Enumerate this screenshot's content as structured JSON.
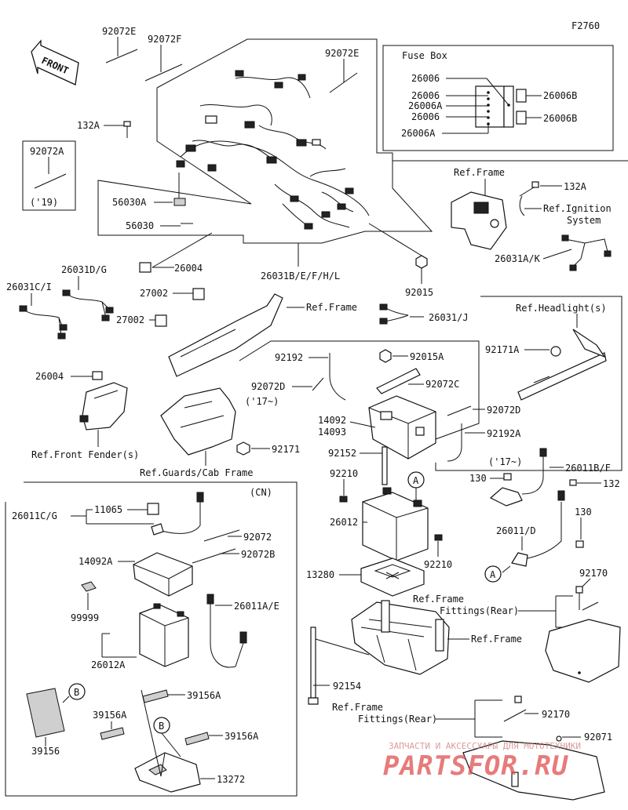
{
  "diagram_code": "F2760",
  "front_arrow": "FRONT",
  "fuse_box_title": "Fuse Box",
  "cn_title": "(CN)",
  "labels": {
    "l_92072E_top": "92072E",
    "l_92072F": "92072F",
    "l_92072E_right": "92072E",
    "l_132A_left": "132A",
    "l_92072A": "92072A",
    "l_19": "('19)",
    "l_56030A": "56030A",
    "l_56030": "56030",
    "l_26004_mid": "26004",
    "l_26031BEFHL": "26031B/E/F/H/L",
    "l_92015": "92015",
    "l_26006_1": "26006",
    "l_26006_2": "26006",
    "l_26006A_1": "26006A",
    "l_26006_3": "26006",
    "l_26006A_2": "26006A",
    "l_26006B_1": "26006B",
    "l_26006B_2": "26006B",
    "l_ref_frame_tr": "Ref.Frame",
    "l_132A_right": "132A",
    "l_ref_ign": "Ref.Ignition",
    "l_system": "System",
    "l_26031AK": "26031A/K",
    "l_26031DG": "26031D/G",
    "l_26031CI": "26031C/I",
    "l_27002_1": "27002",
    "l_27002_2": "27002",
    "l_ref_frame_mid": "Ref.Frame",
    "l_26031J": "26031/J",
    "l_ref_headlight": "Ref.Headlight(s)",
    "l_92171A": "92171A",
    "l_26004_left": "26004",
    "l_92192": "92192",
    "l_92015A": "92015A",
    "l_92072D": "92072D",
    "l_17_1": "('17~)",
    "l_92072C": "92072C",
    "l_92072D_r": "92072D",
    "l_14092": "14092",
    "l_14093": "14093",
    "l_92192A": "92192A",
    "l_17_2": "('17~)",
    "l_92152": "92152",
    "l_92171": "92171",
    "l_ref_front_fender": "Ref.Front Fender(s)",
    "l_ref_guards": "Ref.Guards/Cab Frame",
    "l_92210_1": "92210",
    "l_A_1": "A",
    "l_130_1": "130",
    "l_26011BF": "26011B/F",
    "l_132": "132",
    "l_130_2": "130",
    "l_26012": "26012",
    "l_92210_2": "92210",
    "l_26011D": "26011/D",
    "l_A_2": "A",
    "l_26011CG": "26011C/G",
    "l_11065": "11065",
    "l_92072": "92072",
    "l_14092A": "14092A",
    "l_92072B": "92072B",
    "l_99999": "99999",
    "l_26011AE": "26011A/E",
    "l_26012A": "26012A",
    "l_13280": "13280",
    "l_ref_frame_fit1": "Ref.Frame",
    "l_fittings_rear1": "Fittings(Rear)",
    "l_92170_1": "92170",
    "l_ref_frame_low": "Ref.Frame",
    "l_92154": "92154",
    "l_B_1": "B",
    "l_39156A_1": "39156A",
    "l_39156A_2": "39156A",
    "l_B_2": "B",
    "l_39156A_3": "39156A",
    "l_39156": "39156",
    "l_13272": "13272",
    "l_ref_frame_fit2": "Ref.Frame",
    "l_fittings_rear2": "Fittings(Rear)",
    "l_92170_2": "92170",
    "l_92071": "92071"
  },
  "watermark": {
    "line1": "ЗАПЧАСТИ И АКСЕССУАРЫ ДЛЯ МОТОТЕХНИКИ",
    "line2": "PARTSFOR.RU"
  },
  "colors": {
    "line": "#111111",
    "background": "#ffffff",
    "watermark": "#e07070"
  }
}
